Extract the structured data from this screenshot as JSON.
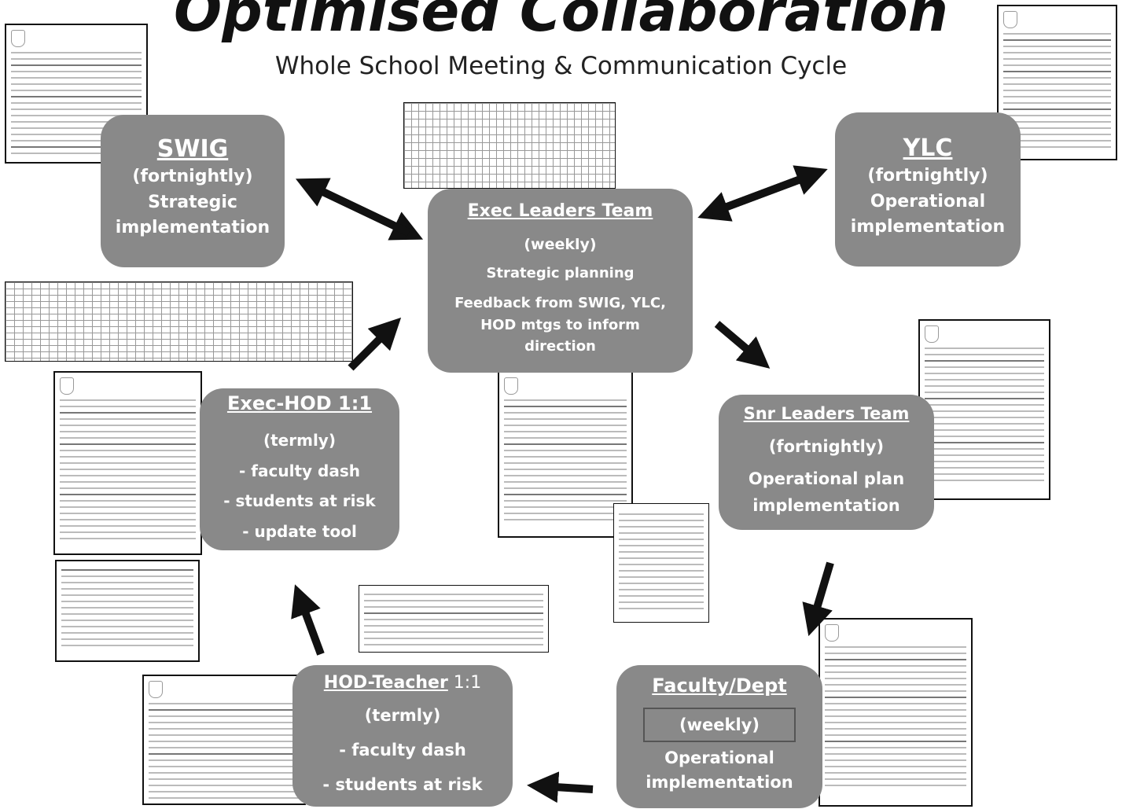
{
  "header": {
    "title": "Optimised Collaboration",
    "subtitle": "Whole School Meeting & Communication Cycle"
  },
  "nodes": {
    "exec": {
      "title": "Exec Leaders Team",
      "freq": "(weekly)",
      "lines": [
        "Strategic planning",
        "Feedback from SWIG, YLC,",
        "HOD mtgs to inform",
        "direction"
      ]
    },
    "swig": {
      "title": "SWIG",
      "freq": "(fortnightly)",
      "lines": [
        "Strategic",
        "implementation"
      ]
    },
    "ylc": {
      "title": "YLC",
      "freq": "(fortnightly)",
      "lines": [
        "Operational",
        "implementation"
      ]
    },
    "snr": {
      "title": "Snr Leaders Team",
      "freq": "(fortnightly)",
      "lines": [
        "Operational plan",
        "implementation"
      ]
    },
    "faculty": {
      "title": "Faculty/Dept",
      "freq": "(weekly)",
      "lines": [
        "Operational",
        "implementation"
      ]
    },
    "hodteacher": {
      "title": "HOD-Teacher",
      "suffix": " 1:1",
      "freq": "(termly)",
      "lines": [
        "- faculty dash",
        "- students at risk"
      ]
    },
    "exechod": {
      "title": "Exec-HOD 1:1",
      "freq": "(termly)",
      "lines": [
        "- faculty dash",
        "- students at risk",
        "- update tool"
      ]
    }
  },
  "colors": {
    "box": "#898989",
    "arrow": "#111111"
  }
}
